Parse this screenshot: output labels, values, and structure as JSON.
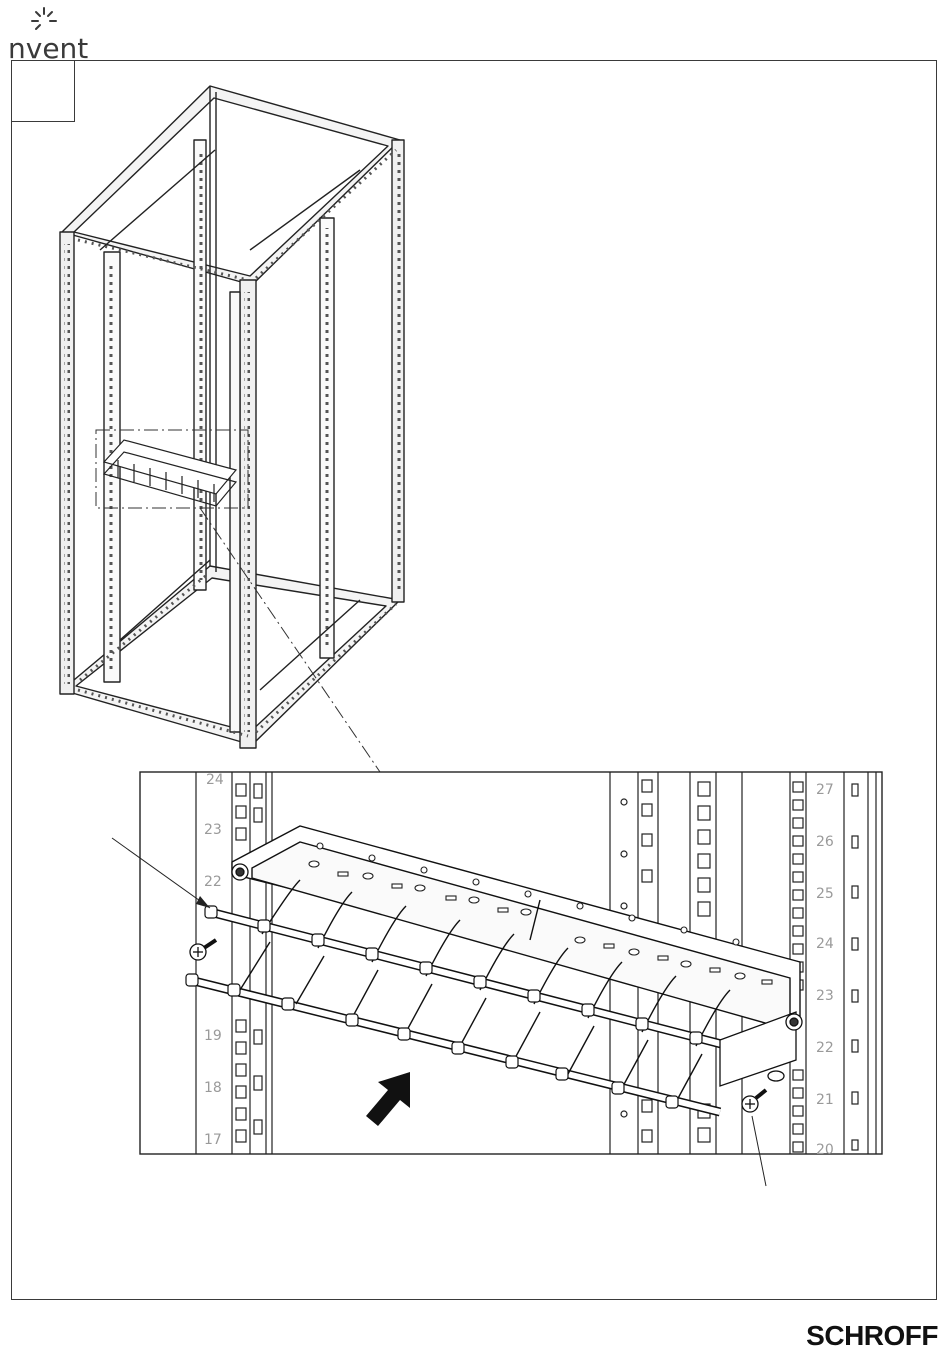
{
  "header": {
    "logo_text": "nvent",
    "logo_icon": "nvent-star-icon"
  },
  "footer": {
    "brand": "SCHROFF"
  },
  "detail": {
    "left_rail_units": [
      "24",
      "23",
      "22",
      "19",
      "18",
      "17"
    ],
    "right_rail_units": [
      "27",
      "26",
      "25",
      "24",
      "23",
      "22",
      "21",
      "20"
    ]
  },
  "icons": {
    "arrow": "insert-direction-arrow-icon",
    "screw": "mounting-screw-icon"
  }
}
